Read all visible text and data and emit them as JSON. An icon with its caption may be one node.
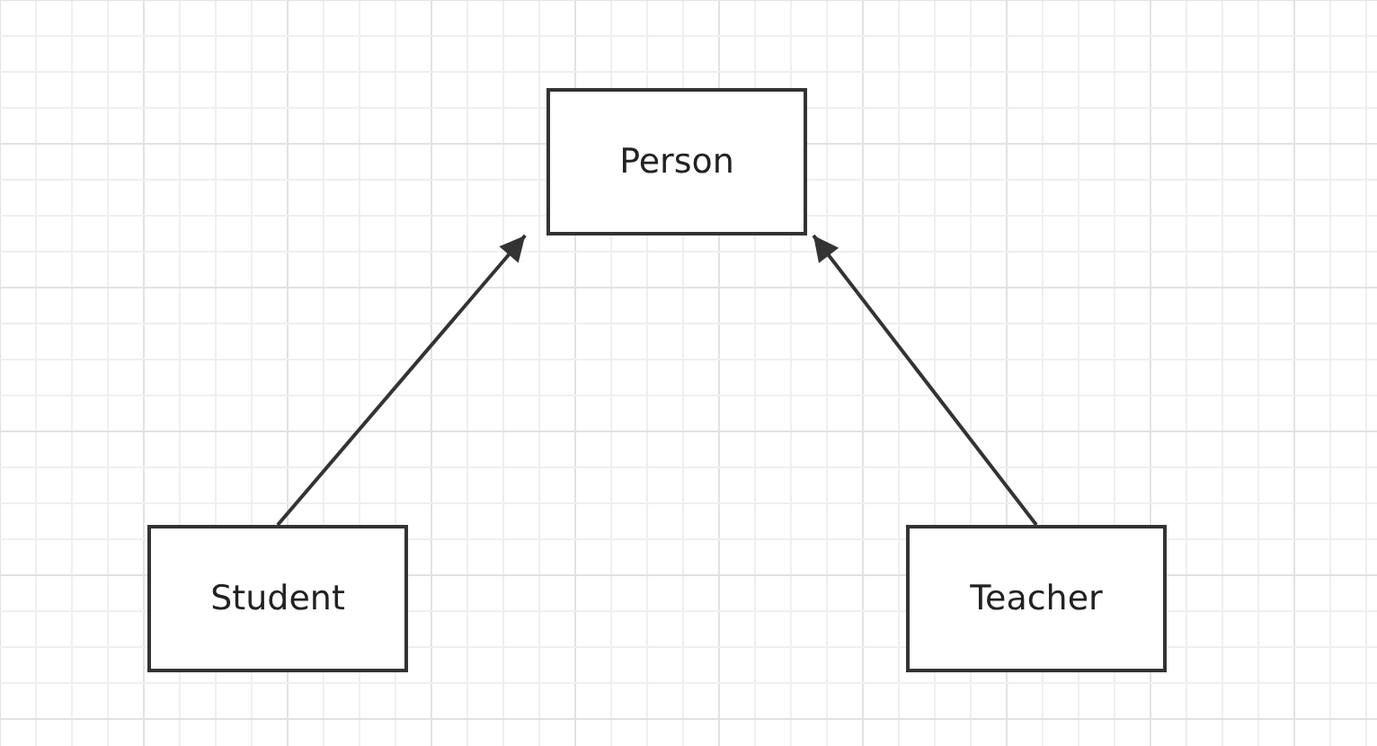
{
  "diagram": {
    "nodes": [
      {
        "text": [
          "Person"
        ]
      },
      {
        "text": [
          "Student"
        ]
      },
      {
        "text": [
          "Teacher"
        ]
      }
    ],
    "edges": [
      {
        "from": 1,
        "to": 0,
        "arrow": "to"
      },
      {
        "from": 2,
        "to": 0,
        "arrow": "to"
      }
    ]
  }
}
